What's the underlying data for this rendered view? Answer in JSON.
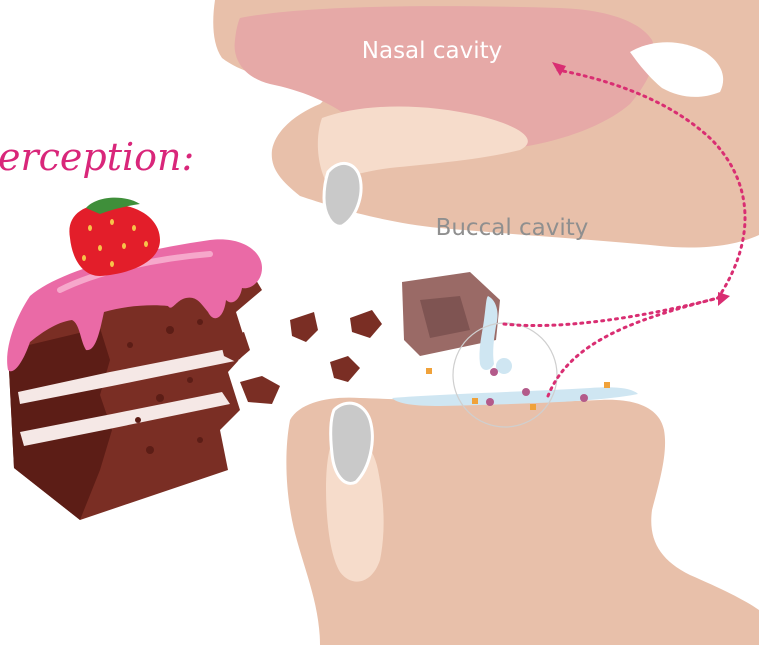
{
  "title": "erception:",
  "labels": {
    "nasal": "Nasal cavity",
    "buccal": "Buccal cavity"
  },
  "colors": {
    "skin": "#e8c0aa",
    "nasal_pink": "#e6a9a7",
    "inner_light": "#f6dccb",
    "title_pink": "#d9267a",
    "arrow_pink": "#d92e72",
    "frosting": "#ea6aa6",
    "cake_dark": "#5c1d16",
    "cake_mid": "#7a2e24",
    "saliva": "#cfe6f2",
    "tooth": "#c9c9c9",
    "label_light": "#ffffff",
    "label_grey": "#8f8f8f"
  }
}
